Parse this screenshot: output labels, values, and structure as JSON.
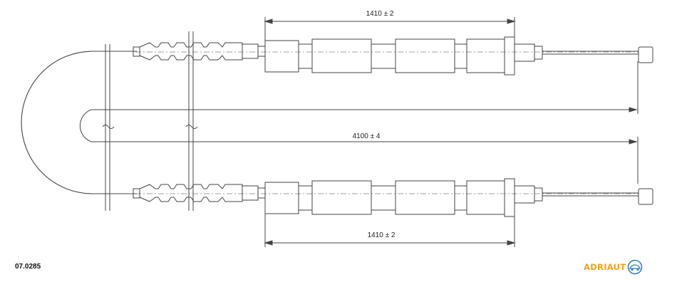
{
  "dimensions": {
    "top_segment": "1410 ± 2",
    "overall_length": "4100 ± 4",
    "bottom_segment": "1410 ± 2"
  },
  "part_number": "07.0285",
  "brand": {
    "name": "ADRIAUTO",
    "display_text": "ADRIAUT",
    "color": "#f2a21a",
    "mark_color": "#3a7fc1"
  }
}
